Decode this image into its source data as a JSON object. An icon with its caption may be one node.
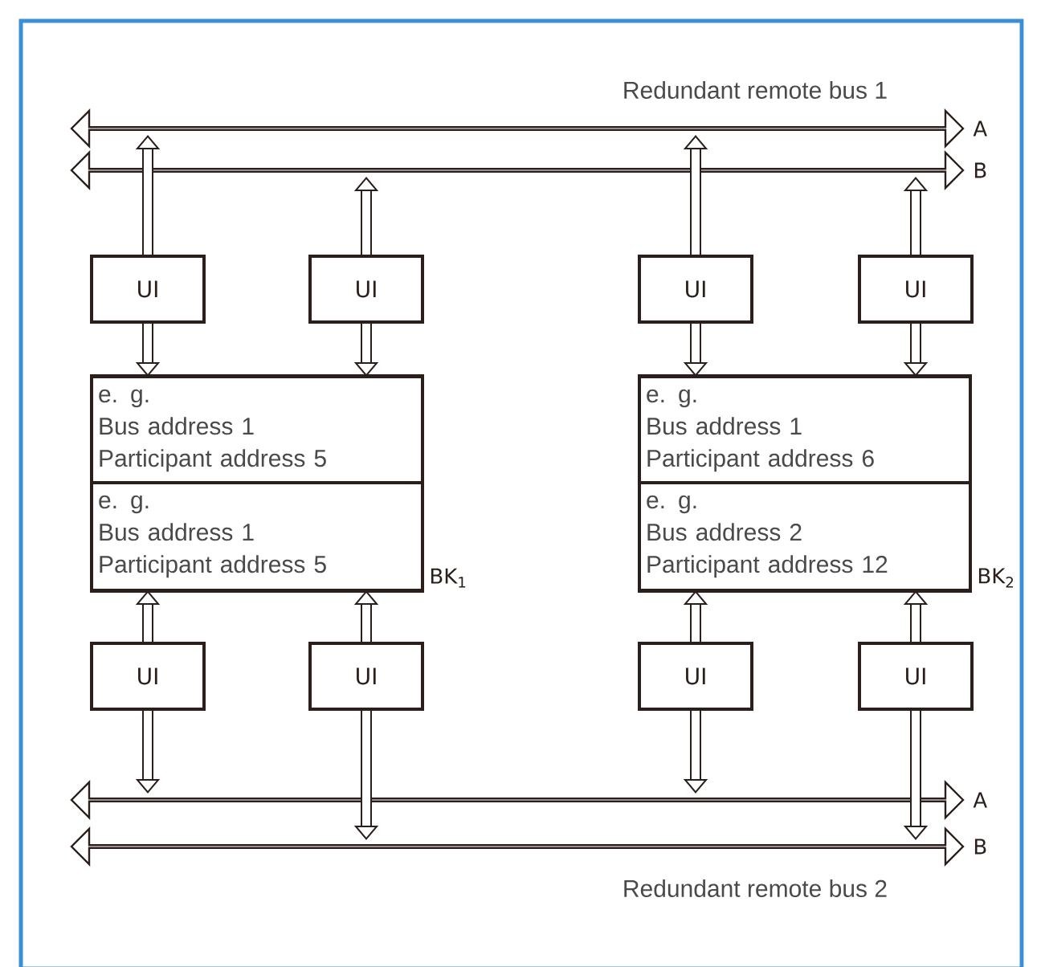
{
  "diagram": {
    "nodes": [
      {
        "text": [],
        "shape": "bar",
        "beside": [
          "A"
        ]
      },
      {
        "text": [],
        "shape": "bar",
        "beside": [
          "B"
        ]
      },
      {
        "text": [
          "UI"
        ]
      },
      {
        "text": [
          "UI"
        ]
      },
      {
        "text": [
          "UI"
        ]
      },
      {
        "text": [
          "UI"
        ]
      },
      {
        "text": [],
        "shape": "box",
        "beside": [
          "BK$_{1}$"
        ]
      },
      {
        "text": [
          "e. g.",
          "Bus address 1",
          "Participant address 5"
        ],
        "in": 6
      },
      {
        "text": [
          "e. g.",
          "Bus address 1",
          "Participant address 5"
        ],
        "in": 6
      },
      {
        "text": [],
        "shape": "box",
        "beside": [
          "BK$_{2}$"
        ]
      },
      {
        "text": [
          "e. g.",
          "Bus address 1",
          "Participant address 6"
        ],
        "in": 9
      },
      {
        "text": [
          "e. g.",
          "Bus address 2",
          "Participant address 12"
        ],
        "in": 9
      },
      {
        "text": [
          "UI"
        ]
      },
      {
        "text": [
          "UI"
        ]
      },
      {
        "text": [
          "UI"
        ]
      },
      {
        "text": [
          "UI"
        ]
      },
      {
        "text": [],
        "shape": "bar",
        "beside": [
          "A"
        ]
      },
      {
        "text": [],
        "shape": "bar",
        "beside": [
          "B"
        ]
      }
    ],
    "edges": [
      {
        "from": 2,
        "to": 0,
        "arrow": "to"
      },
      {
        "from": 3,
        "to": 1,
        "arrow": "to"
      },
      {
        "from": 4,
        "to": 0,
        "arrow": "to"
      },
      {
        "from": 5,
        "to": 1,
        "arrow": "to"
      },
      {
        "from": 2,
        "to": 7,
        "arrow": "to"
      },
      {
        "from": 3,
        "to": 7,
        "arrow": "to"
      },
      {
        "from": 4,
        "to": 10,
        "arrow": "to"
      },
      {
        "from": 5,
        "to": 10,
        "arrow": "to"
      },
      {
        "from": 12,
        "to": 8,
        "arrow": "to"
      },
      {
        "from": 13,
        "to": 8,
        "arrow": "to"
      },
      {
        "from": 14,
        "to": 11,
        "arrow": "to"
      },
      {
        "from": 15,
        "to": 11,
        "arrow": "to"
      },
      {
        "from": 12,
        "to": 16,
        "arrow": "to"
      },
      {
        "from": 13,
        "to": 17,
        "arrow": "to"
      },
      {
        "from": 14,
        "to": 16,
        "arrow": "to"
      },
      {
        "from": 15,
        "to": 17,
        "arrow": "to"
      }
    ],
    "labels": [
      "Redundant remote bus 1",
      "Redundant remote bus 2"
    ]
  }
}
